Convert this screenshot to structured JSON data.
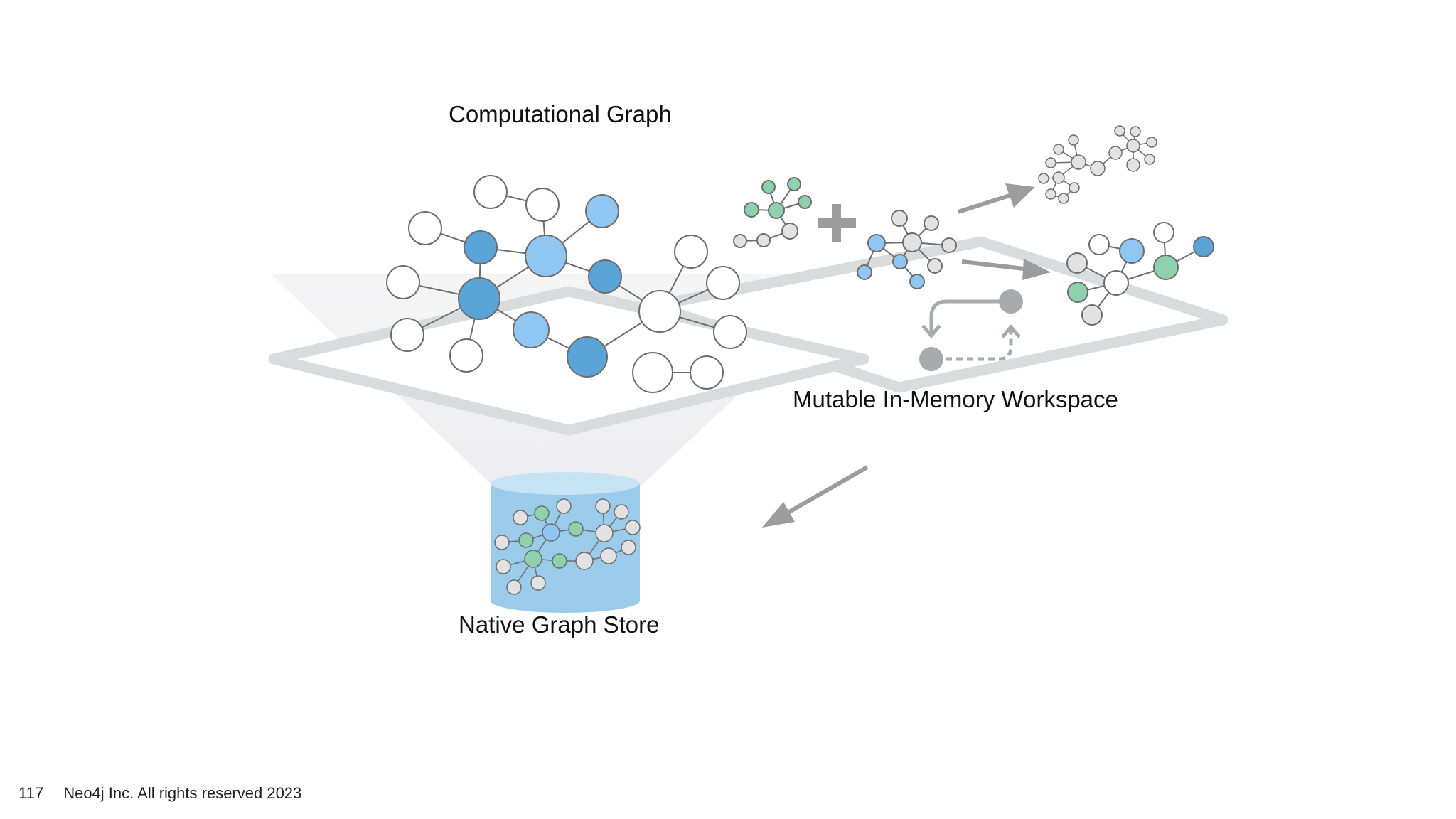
{
  "labels": {
    "computational_graph": "Computational Graph",
    "workspace": "Mutable In-Memory Workspace",
    "graph_store": "Native Graph Store"
  },
  "footer": {
    "page_number": "117",
    "copyright": "Neo4j Inc. All rights reserved 2023"
  },
  "colors": {
    "white_node": "#ffffff",
    "light_blue_node": "#90c6f2",
    "dark_blue_node": "#5ba4d8",
    "green_node": "#8fd0ad",
    "gray_node": "#e2e2e2",
    "dark_gray_node": "#a7aaae",
    "arrow": "#9c9c9c",
    "plate": "#dadbdd",
    "cylinder": "#9acbea"
  },
  "icons": [
    "plus-icon",
    "arrow-icon",
    "loop-arrow-icon",
    "database-cylinder-icon"
  ]
}
